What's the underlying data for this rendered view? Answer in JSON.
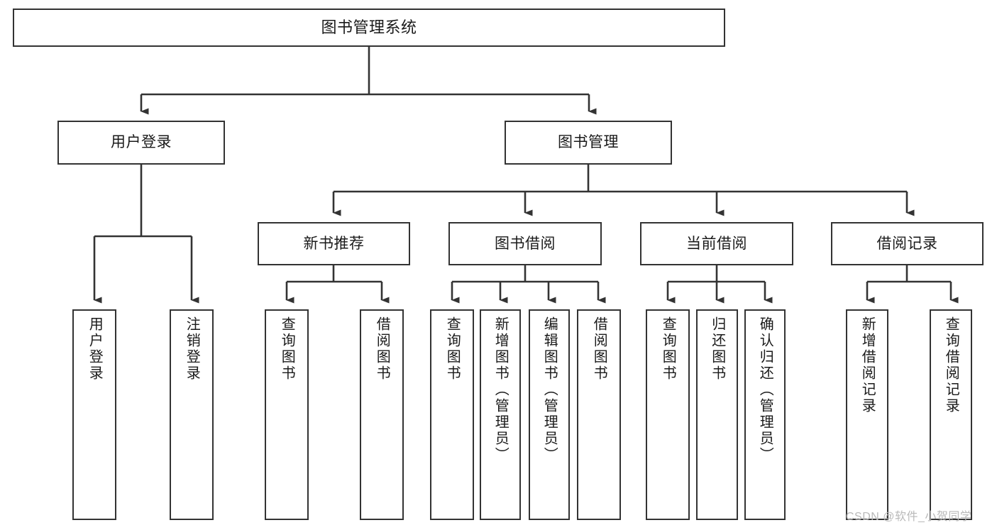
{
  "diagram": {
    "type": "tree-hierarchy",
    "title": "图书管理系统",
    "orientation": "top-down",
    "colors": {
      "box_border": "#333333",
      "box_fill": "#ffffff",
      "connector": "#333333",
      "text": "#1a1a1a",
      "watermark": "#b9b9b9",
      "background": "#ffffff"
    },
    "levels": [
      {
        "level": 1,
        "nodes": [
          {
            "id": "root",
            "label": "图书管理系统",
            "orientation": "horizontal"
          }
        ]
      },
      {
        "level": 2,
        "nodes": [
          {
            "id": "user-login",
            "label": "用户登录",
            "orientation": "horizontal",
            "parent": "root"
          },
          {
            "id": "book-manage",
            "label": "图书管理",
            "orientation": "horizontal",
            "parent": "root"
          }
        ]
      },
      {
        "level": 3,
        "nodes": [
          {
            "id": "new-book-recommend",
            "label": "新书推荐",
            "orientation": "horizontal",
            "parent": "book-manage"
          },
          {
            "id": "book-borrow",
            "label": "图书借阅",
            "orientation": "horizontal",
            "parent": "book-manage"
          },
          {
            "id": "current-borrow",
            "label": "当前借阅",
            "orientation": "horizontal",
            "parent": "book-manage"
          },
          {
            "id": "borrow-record",
            "label": "借阅记录",
            "orientation": "horizontal",
            "parent": "book-manage"
          }
        ]
      },
      {
        "level": 4,
        "nodes": [
          {
            "id": "leaf-user-login",
            "label": "用户登录",
            "orientation": "vertical",
            "parent": "user-login"
          },
          {
            "id": "leaf-logout-login",
            "label": "注销登录",
            "orientation": "vertical",
            "parent": "user-login"
          },
          {
            "id": "leaf-query-book-1",
            "label": "查询图书",
            "orientation": "vertical",
            "parent": "new-book-recommend"
          },
          {
            "id": "leaf-borrow-book-1",
            "label": "借阅图书",
            "orientation": "vertical",
            "parent": "new-book-recommend"
          },
          {
            "id": "leaf-query-book-2",
            "label": "查询图书",
            "orientation": "vertical",
            "parent": "book-borrow"
          },
          {
            "id": "leaf-add-book",
            "label": "新增图书（管理员）",
            "orientation": "vertical",
            "parent": "book-borrow"
          },
          {
            "id": "leaf-edit-book",
            "label": "编辑图书（管理员）",
            "orientation": "vertical",
            "parent": "book-borrow"
          },
          {
            "id": "leaf-borrow-book-2",
            "label": "借阅图书",
            "orientation": "vertical",
            "parent": "book-borrow"
          },
          {
            "id": "leaf-query-book-3",
            "label": "查询图书",
            "orientation": "vertical",
            "parent": "current-borrow"
          },
          {
            "id": "leaf-return-book",
            "label": "归还图书",
            "orientation": "vertical",
            "parent": "current-borrow"
          },
          {
            "id": "leaf-confirm-return",
            "label": "确认归还（管理员）",
            "orientation": "vertical",
            "parent": "current-borrow"
          },
          {
            "id": "leaf-add-record",
            "label": "新增借阅记录",
            "orientation": "vertical",
            "parent": "borrow-record"
          },
          {
            "id": "leaf-query-record",
            "label": "查询借阅记录",
            "orientation": "vertical",
            "parent": "borrow-record"
          }
        ]
      }
    ]
  },
  "watermark": {
    "text": "CSDN @软件_小贺同学"
  }
}
